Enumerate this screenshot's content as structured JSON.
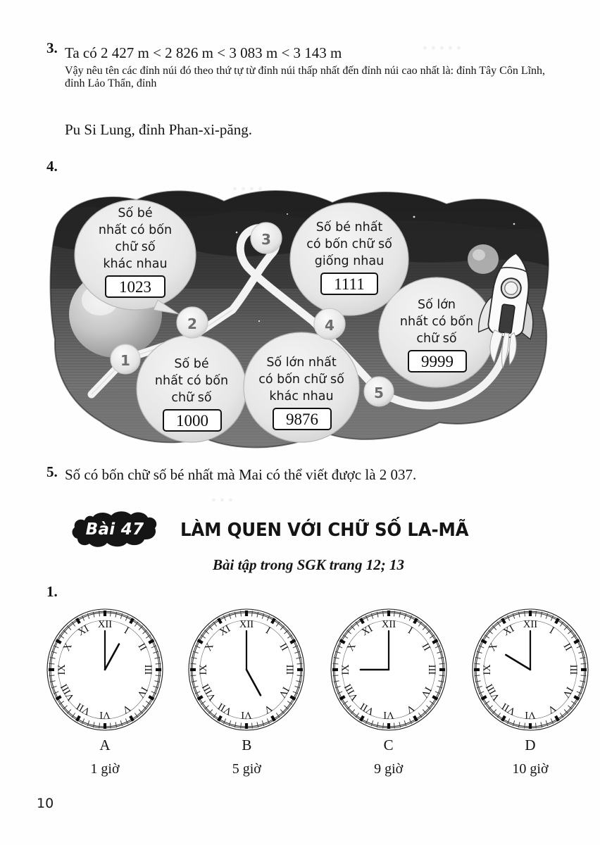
{
  "page": {
    "number": "10"
  },
  "exercise3": {
    "number": "3.",
    "line1": "Ta có 2 427 m < 2 826 m < 3 083 m < 3 143 m",
    "line2": "Vậy nêu tên các đỉnh núi đó theo thứ tự từ đỉnh núi thấp nhất đến đỉnh núi cao nhất là: đỉnh Tây Côn Lĩnh, đỉnh Lảo Thẩn, đỉnh",
    "line3": "Pu Si Lung, đỉnh Phan-xi-păng."
  },
  "exercise4": {
    "number": "4.",
    "figure": {
      "name": "space-path-figure",
      "bubbles": [
        {
          "id": "b1",
          "lines": [
            "Số bé",
            "nhất có bốn",
            "chữ số",
            "khác nhau"
          ],
          "answer": "1023"
        },
        {
          "id": "b2",
          "lines": [
            "Số bé nhất",
            "có bốn chữ số",
            "giống nhau"
          ],
          "answer": "1111"
        },
        {
          "id": "b3",
          "lines": [
            "Số lớn",
            "nhất có bốn",
            "chữ số"
          ],
          "answer": "9999"
        },
        {
          "id": "b4",
          "lines": [
            "Số bé",
            "nhất có bốn",
            "chữ số"
          ],
          "answer": "1000"
        },
        {
          "id": "b5",
          "lines": [
            "Số lớn nhất",
            "có bốn chữ số",
            "khác nhau"
          ],
          "answer": "9876"
        }
      ],
      "nodes": [
        "1",
        "2",
        "3",
        "4",
        "5"
      ],
      "rocket": "rocket-icon"
    }
  },
  "exercise5": {
    "number": "5.",
    "text": "Số có bốn chữ số bé nhất mà Mai có thể viết được là 2 037."
  },
  "lesson": {
    "badge": "Bài 47",
    "title": "LÀM QUEN VỚI CHỮ SỐ LA-MÃ",
    "subtitle": "Bài tập trong SGK trang 12; 13"
  },
  "exercise1": {
    "number": "1.",
    "clocks": [
      {
        "letter": "A",
        "time": "1 giờ",
        "hour": 1,
        "minute": 0
      },
      {
        "letter": "B",
        "time": "5 giờ",
        "hour": 5,
        "minute": 0
      },
      {
        "letter": "C",
        "time": "9 giờ",
        "hour": 9,
        "minute": 0
      },
      {
        "letter": "D",
        "time": "10 giờ",
        "hour": 10,
        "minute": 0
      }
    ],
    "numerals": [
      "XII",
      "I",
      "II",
      "III",
      "IV",
      "V",
      "VI",
      "VII",
      "VIII",
      "IX",
      "X",
      "XI"
    ]
  },
  "colors": {
    "ink": "#141414",
    "badge_fill": "#141414",
    "badge_text": "#ffffff",
    "bubble_fill": "#e9e9e9",
    "space_dark": "#3a3a3a",
    "paper": "#fefefe"
  }
}
